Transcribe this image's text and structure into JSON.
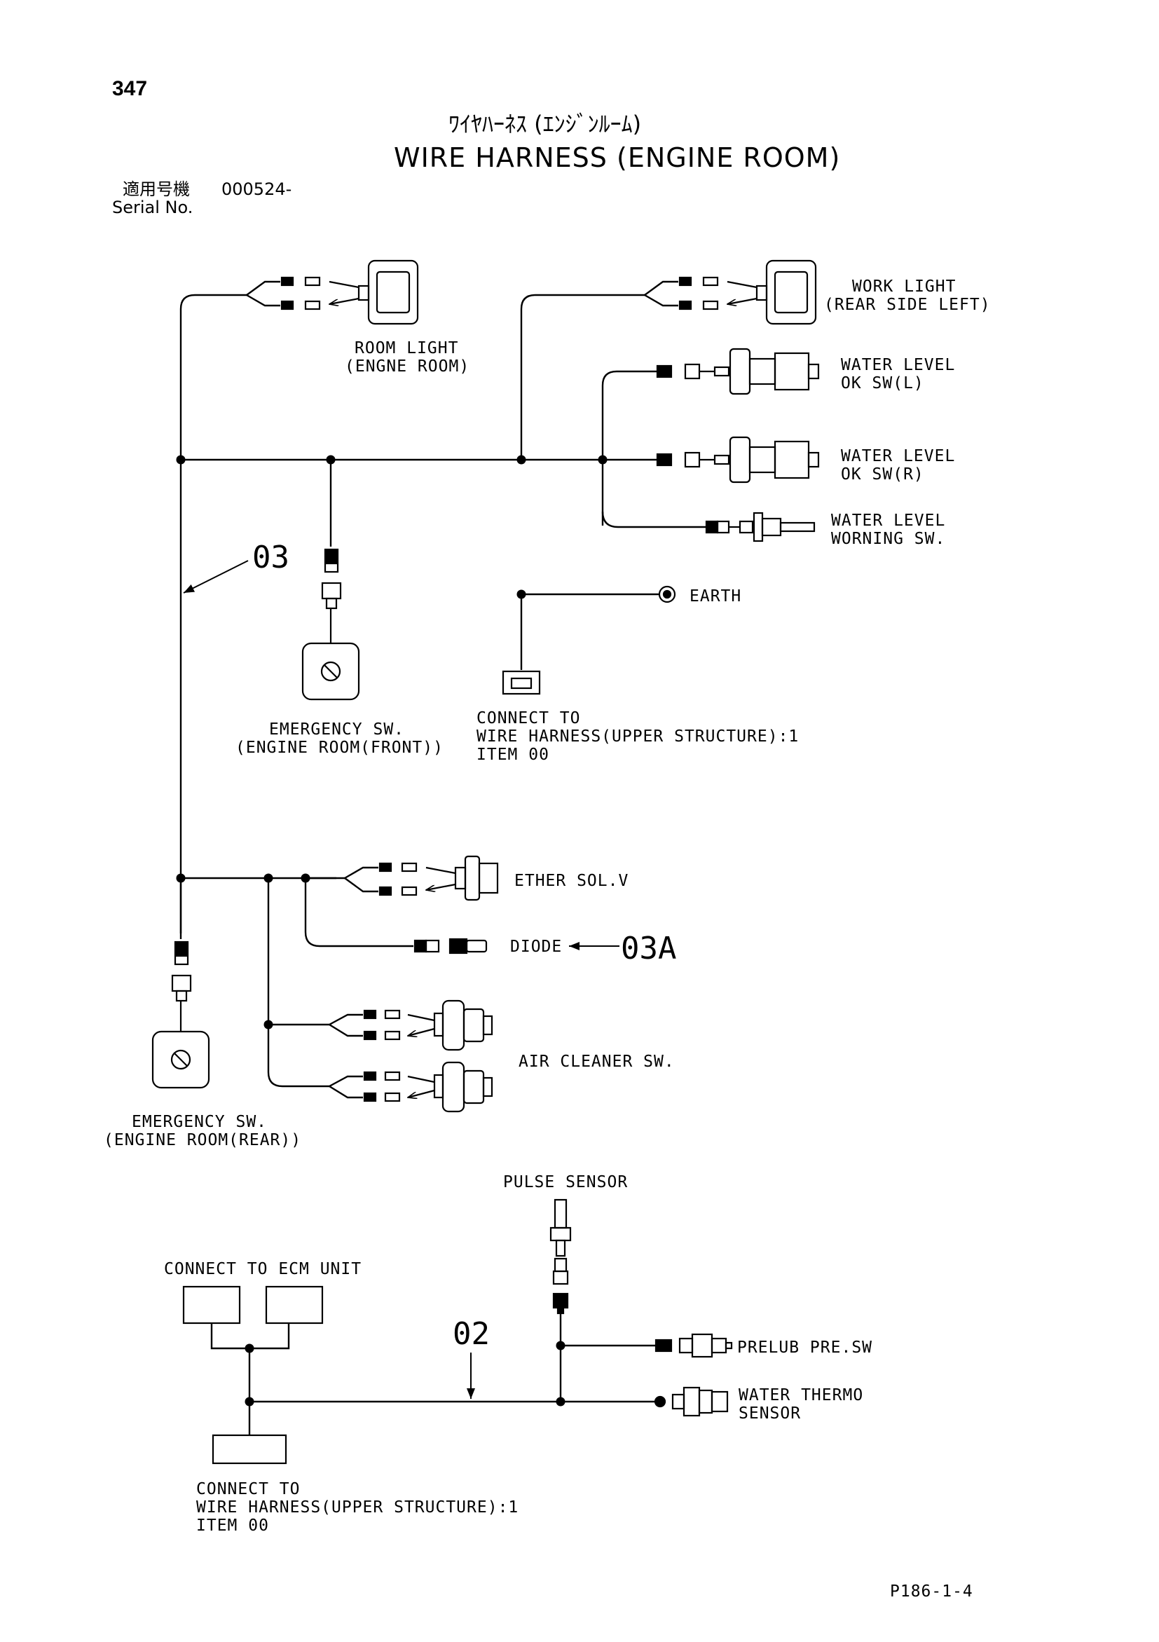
{
  "page_number": "347",
  "title_jp": "ﾜｲﾔﾊｰﾈｽ (ｴﾝｼﾞﾝﾙｰﾑ)",
  "title_en": "WIRE HARNESS (ENGINE ROOM)",
  "serial_label_jp": "適用号機",
  "serial_value": "000524-",
  "serial_label_en": "Serial No.",
  "labels": {
    "room_light_1": "ROOM LIGHT",
    "room_light_2": "(ENGNE ROOM)",
    "work_light_1": "WORK LIGHT",
    "work_light_2": "(REAR SIDE LEFT)",
    "water_level_l_1": "WATER LEVEL",
    "water_level_l_2": "OK SW(L)",
    "water_level_r_1": "WATER LEVEL",
    "water_level_r_2": "OK SW(R)",
    "water_warning_1": "WATER LEVEL",
    "water_warning_2": "WORNING SW.",
    "earth": "EARTH",
    "emergency_front_1": "EMERGENCY SW.",
    "emergency_front_2": "(ENGINE ROOM(FRONT))",
    "connect_upper_1": "CONNECT TO",
    "connect_upper_2": "WIRE HARNESS(UPPER STRUCTURE):1",
    "connect_upper_3": "ITEM 00",
    "ether": "ETHER SOL.V",
    "diode": "DIODE",
    "air_cleaner": "AIR CLEANER SW.",
    "emergency_rear_1": "EMERGENCY SW.",
    "emergency_rear_2": "(ENGINE ROOM(REAR))",
    "pulse_sensor": "PULSE SENSOR",
    "connect_ecm": "CONNECT TO ECM UNIT",
    "prelub": "PRELUB PRE.SW",
    "water_thermo_1": "WATER THERMO",
    "water_thermo_2": "SENSOR",
    "connect_upper_b_1": "CONNECT TO",
    "connect_upper_b_2": "WIRE HARNESS(UPPER STRUCTURE):1",
    "connect_upper_b_3": "ITEM 00"
  },
  "callouts": {
    "harness_03": "03",
    "harness_03a": "03A",
    "harness_02": "02"
  },
  "footer_code": "P186-1-4"
}
